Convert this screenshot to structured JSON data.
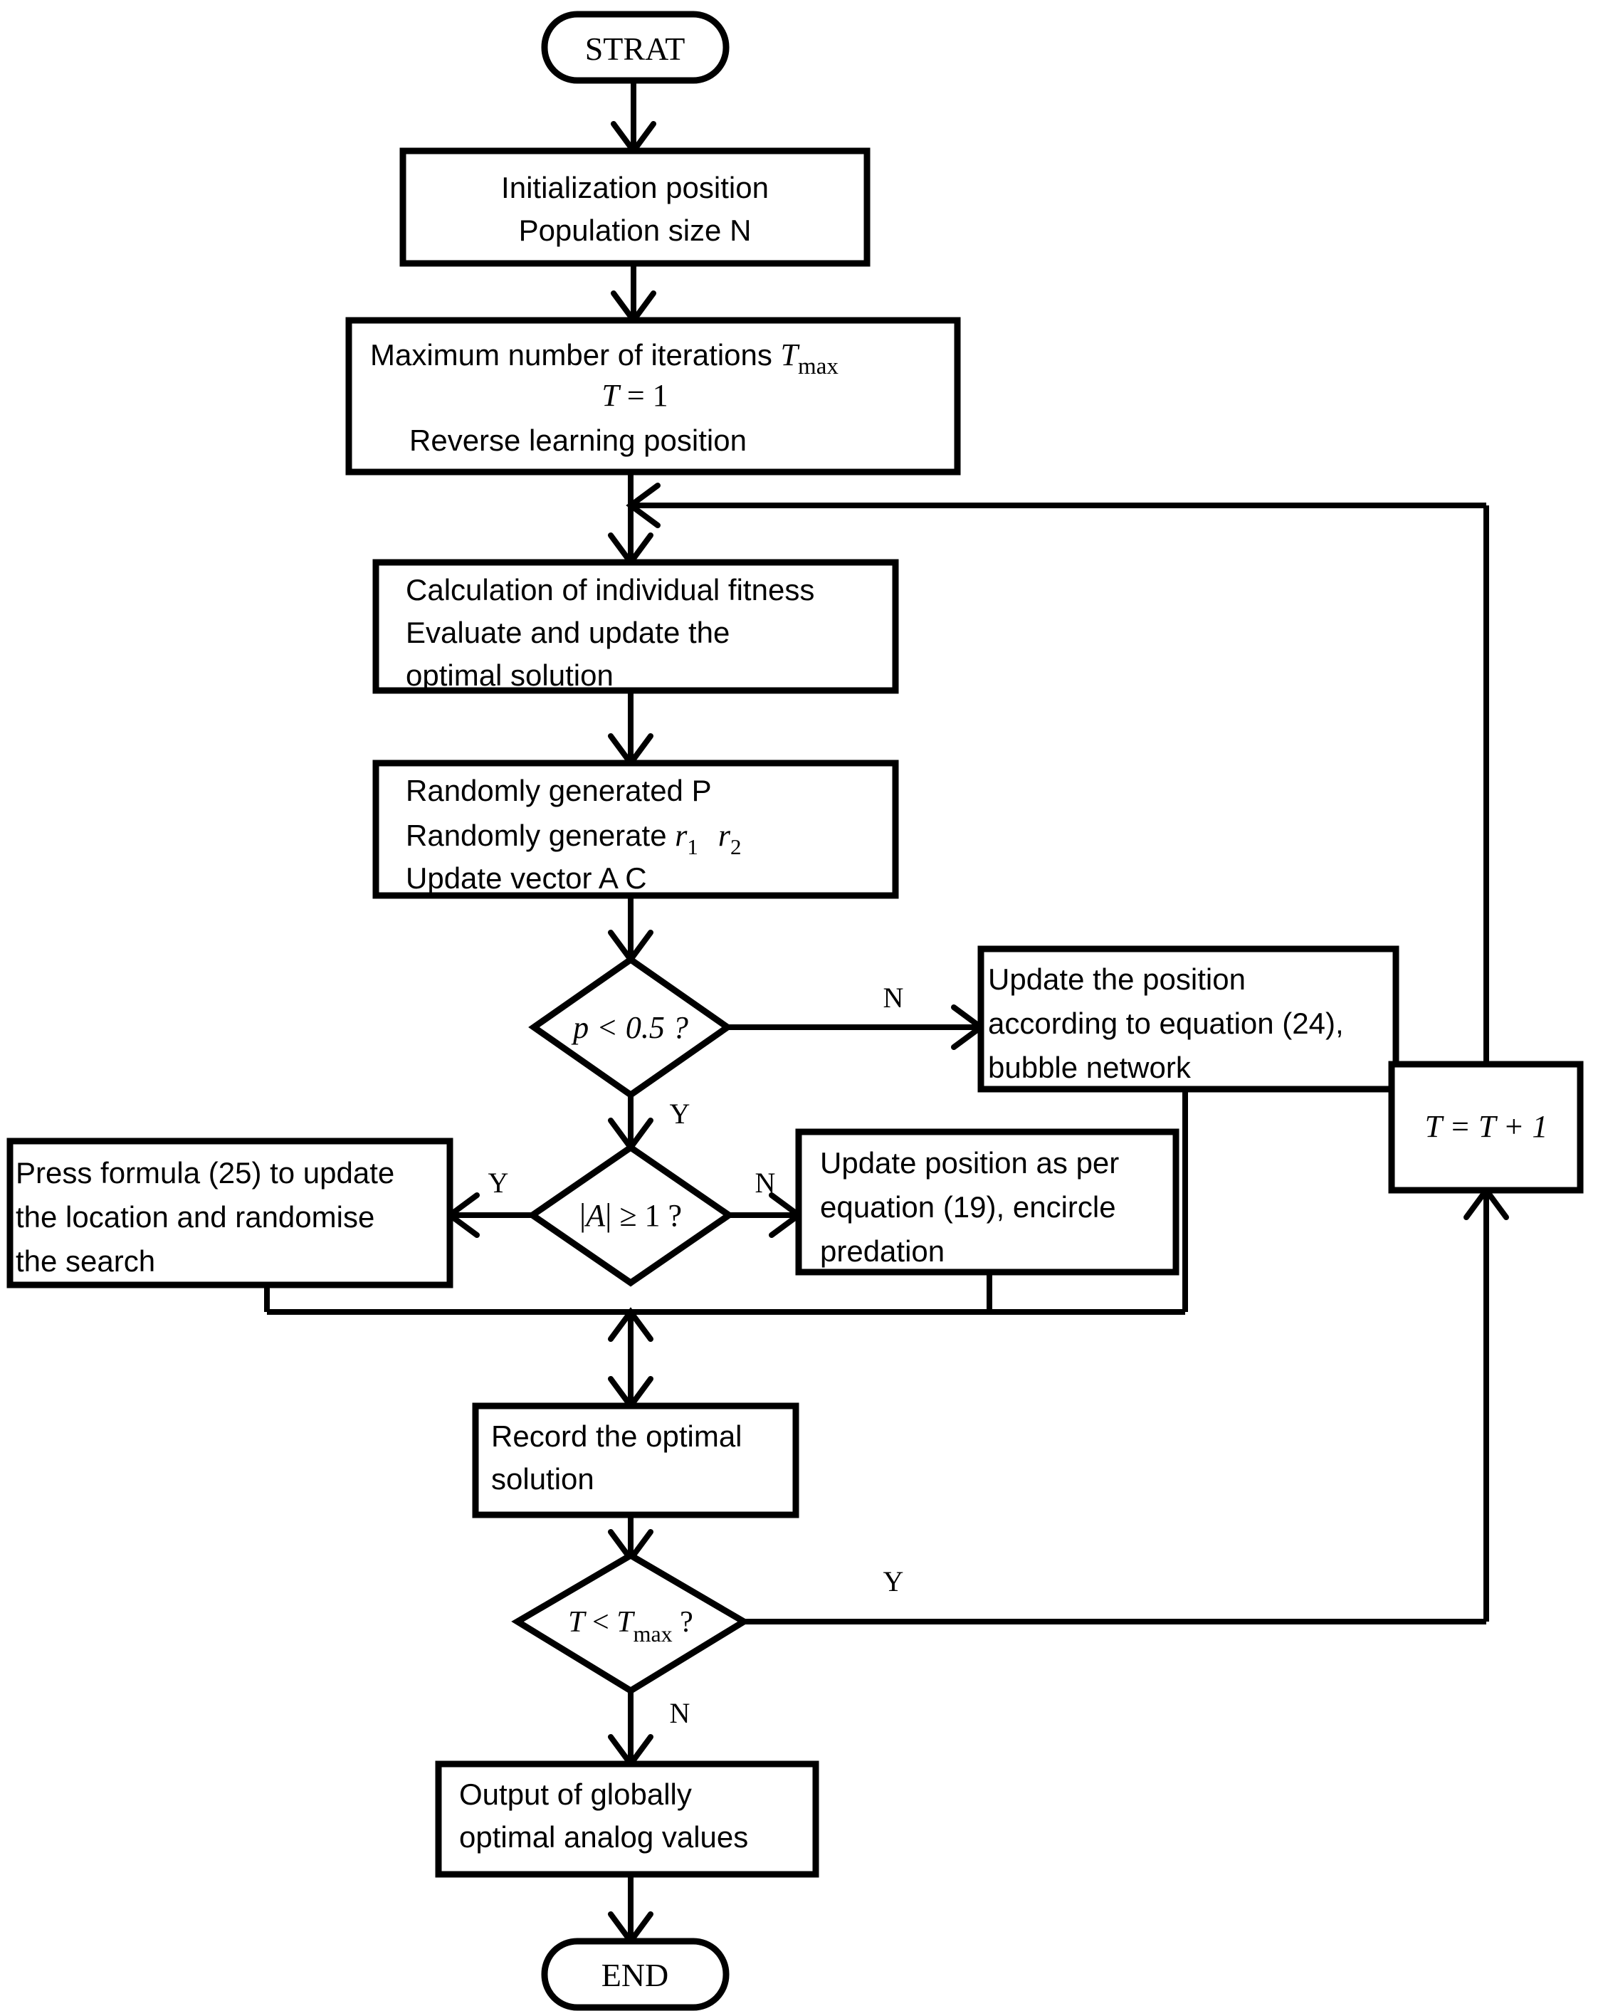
{
  "diagram": {
    "title": "Algorithm flowchart",
    "type": "flowchart",
    "colors": {
      "stroke": "#000000",
      "fill": "#ffffff",
      "text": "#000000"
    }
  },
  "nodes": {
    "start": {
      "label": "STRAT",
      "shape": "terminator"
    },
    "init": {
      "shape": "process",
      "line1": "Initialization position",
      "line2": "Population size N"
    },
    "maxiter": {
      "shape": "process",
      "line1_pre": "Maximum number of iterations ",
      "line1_var": "T",
      "line1_sub": "max",
      "line2_var": "T",
      "line2_rest": " = 1",
      "line3": "Reverse learning position"
    },
    "fitness": {
      "shape": "process",
      "line1": "Calculation of individual fitness",
      "line2": "Evaluate and update the",
      "line3": "optimal solution"
    },
    "random": {
      "shape": "process",
      "line1": "Randomly generated P",
      "line2_pre": "Randomly generate ",
      "line2_var1": "r",
      "line2_sub1": "1",
      "line2_var2": "r",
      "line2_sub2": "2",
      "line3": "Update vector A C"
    },
    "decision_p": {
      "shape": "decision",
      "label": "p < 0.5 ?"
    },
    "bubble": {
      "shape": "process",
      "line1": "Update the position",
      "line2": "according to equation (24),",
      "line3": "bubble network"
    },
    "decision_a": {
      "shape": "decision",
      "label_a": "A",
      "label_rest": " ≥ 1 ?"
    },
    "press25": {
      "shape": "process",
      "line1": "Press formula (25) to update",
      "line2": "the location and randomise",
      "line3": "the search"
    },
    "encircle": {
      "shape": "process",
      "line1": "Update position as per",
      "line2": "equation (19), encircle",
      "line3": "predation"
    },
    "increment": {
      "shape": "process",
      "label": "T  =  T  + 1"
    },
    "record": {
      "shape": "process",
      "line1": "Record the optimal",
      "line2": "solution"
    },
    "decision_t": {
      "shape": "decision",
      "label_pre": "T",
      "label_mid": " < ",
      "label_var": "T",
      "label_sub": "max",
      "label_q": " ?"
    },
    "output": {
      "shape": "process",
      "line1": "Output of globally",
      "line2": "optimal analog values"
    },
    "end": {
      "label": "END",
      "shape": "terminator"
    }
  },
  "edge_labels": {
    "p_no": "N",
    "p_yes": "Y",
    "a_yes": "Y",
    "a_no": "N",
    "t_yes": "Y",
    "t_no": "N"
  }
}
